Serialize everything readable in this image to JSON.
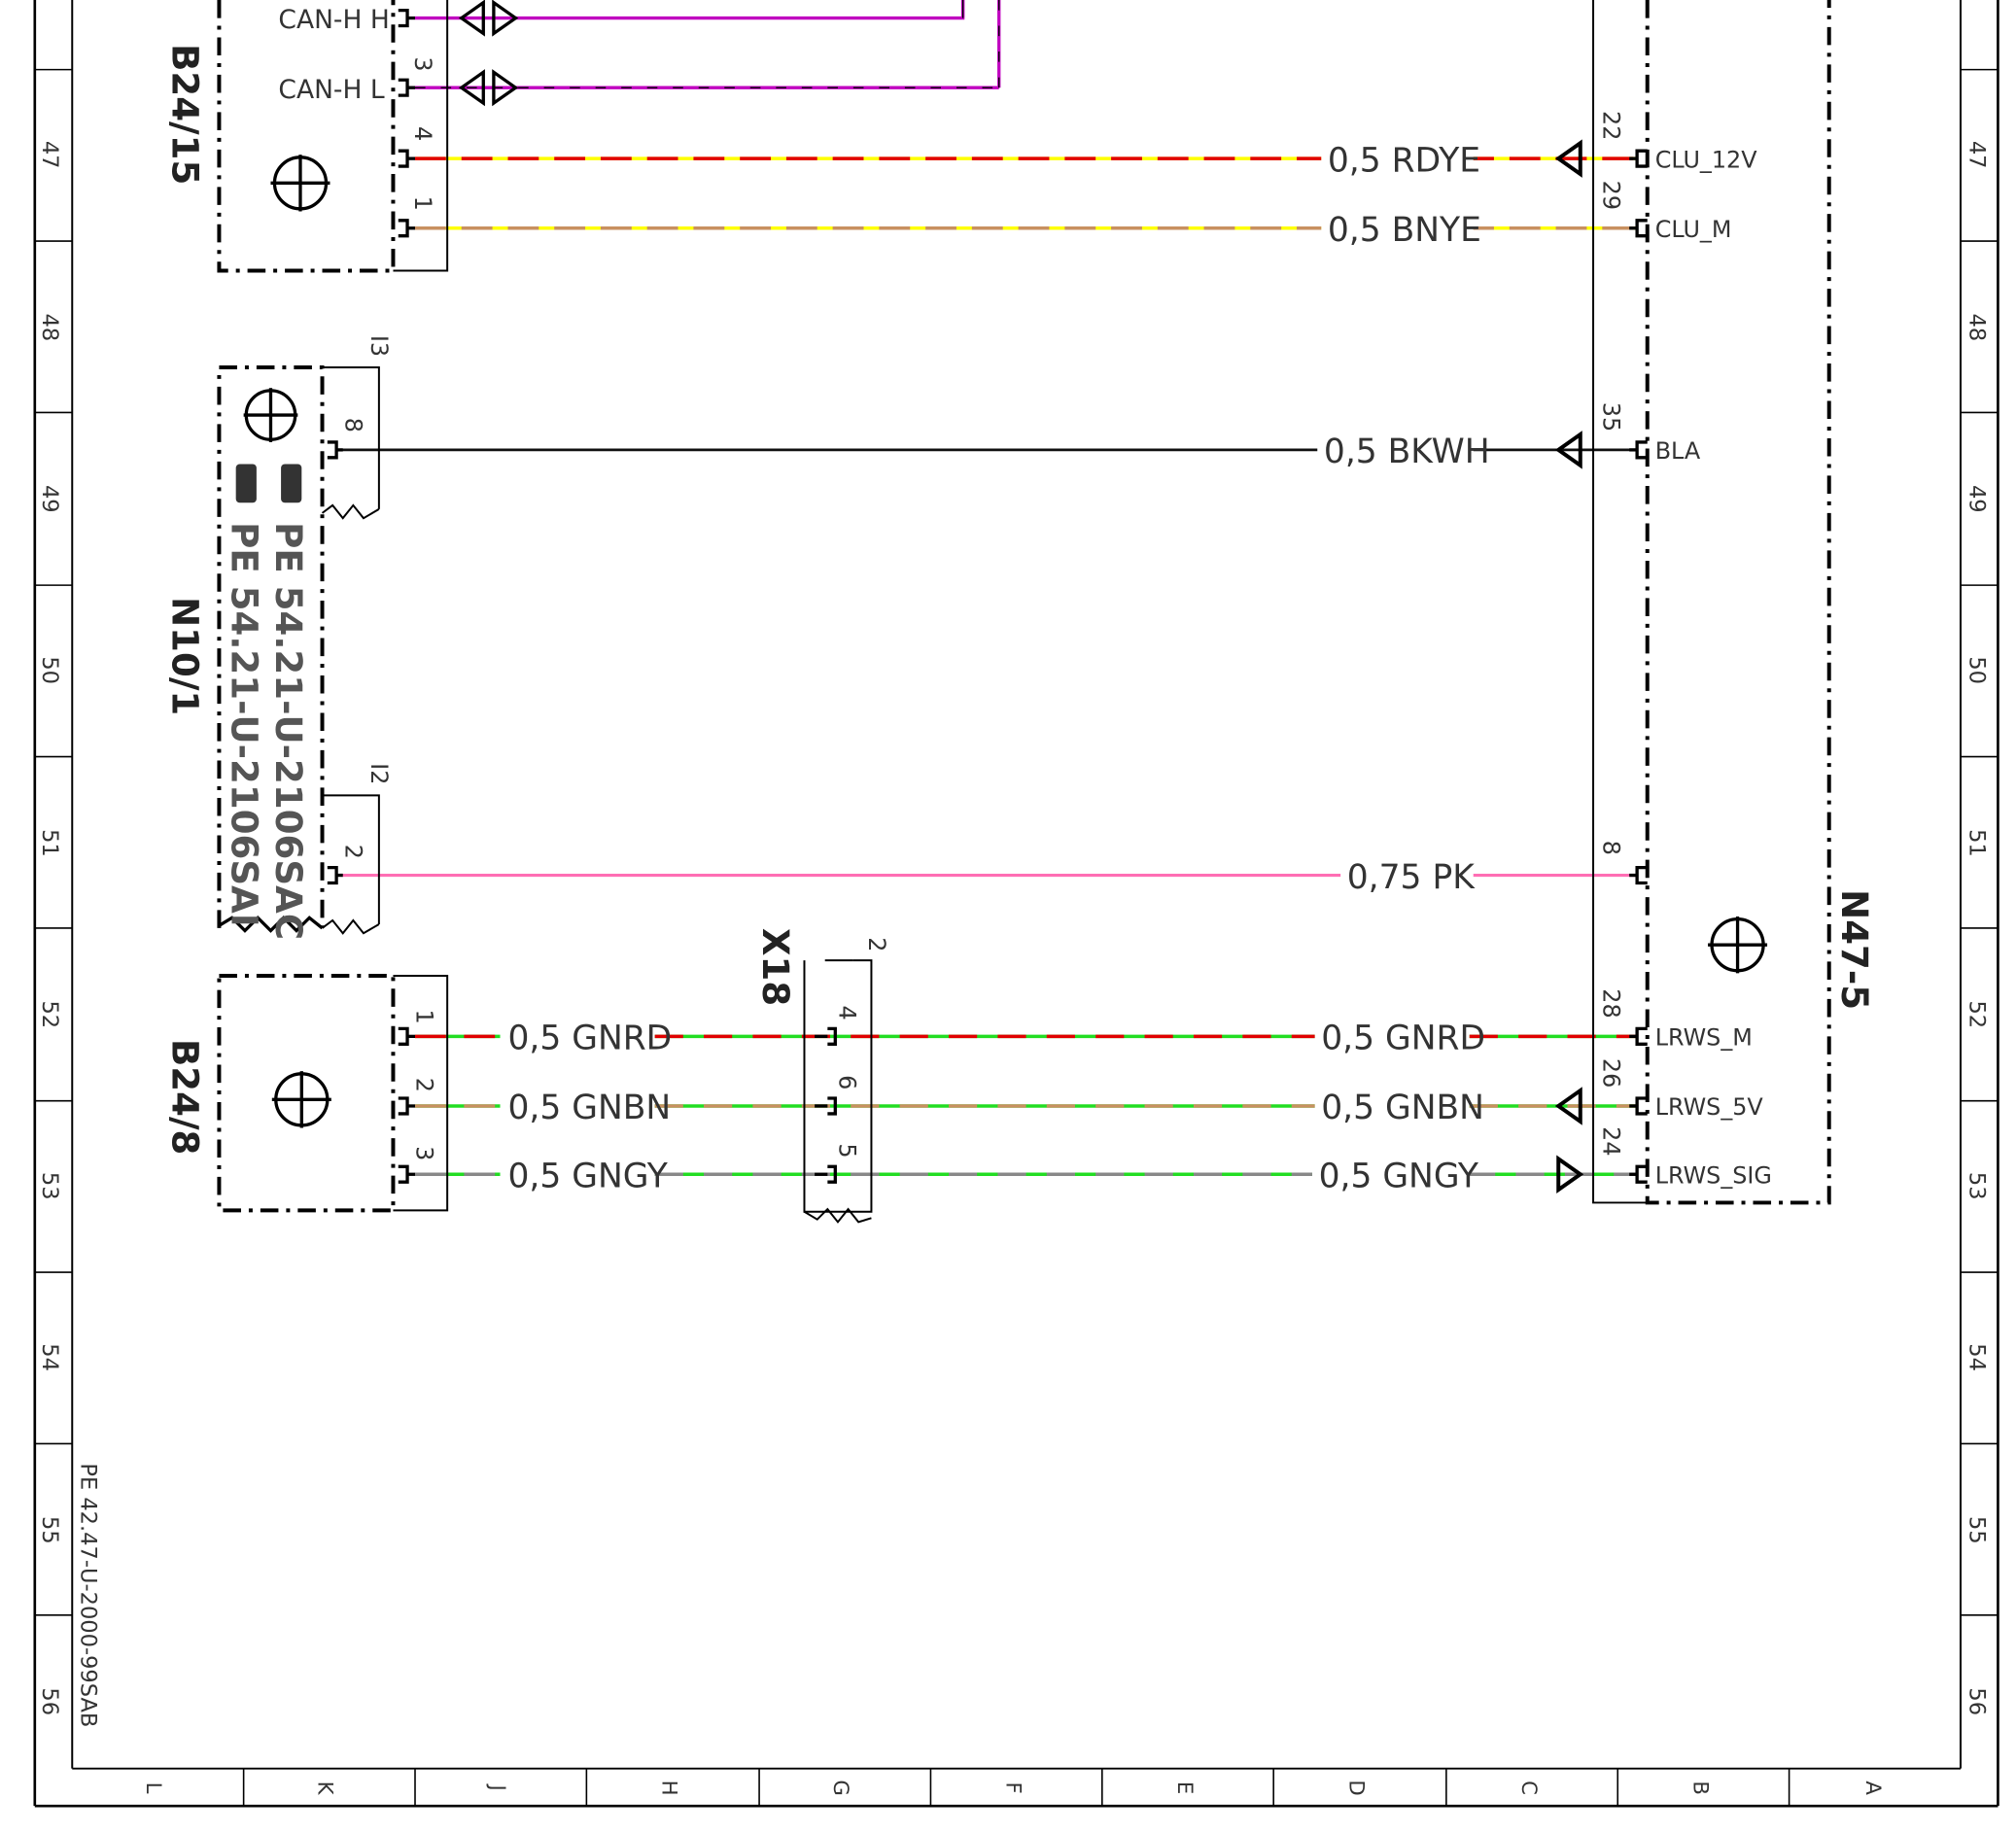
{
  "rows": [
    "47",
    "48",
    "49",
    "50",
    "51",
    "52",
    "53",
    "54",
    "55",
    "56"
  ],
  "cols": [
    "L",
    "K",
    "J",
    "H",
    "G",
    "F",
    "E",
    "D",
    "C",
    "B",
    "A"
  ],
  "drawing_ref": "PE 42.47-U-2000-99SAB",
  "components": {
    "b24_15": {
      "label": "B24/15",
      "pins": {
        "p3": "3",
        "p4": "4",
        "p1": "1"
      },
      "signals": {
        "can_h_h": "CAN-H H",
        "can_h_l": "CAN-H L"
      }
    },
    "n10_1": {
      "label": "N10/1",
      "ref1": "PE 54.21-U-2106SAC",
      "ref2": "PE 54.21-U-2106SAI",
      "conn_i3": "I3",
      "conn_i2": "I2",
      "pin8": "8",
      "pin2": "2"
    },
    "b24_8": {
      "label": "B24/8",
      "pins": {
        "p1": "1",
        "p2": "2",
        "p3": "3"
      }
    },
    "x18": {
      "label": "X18",
      "conn": "2",
      "pins": {
        "p4": "4",
        "p6": "6",
        "p5": "5"
      }
    },
    "n47_5": {
      "label": "N47-5",
      "pins": [
        {
          "num": "22",
          "signal": "CLU_12V"
        },
        {
          "num": "29",
          "signal": "CLU_M"
        },
        {
          "num": "35",
          "signal": "BLA"
        },
        {
          "num": "8",
          "signal": ""
        },
        {
          "num": "28",
          "signal": "LRWS_M"
        },
        {
          "num": "26",
          "signal": "LRWS_5V"
        },
        {
          "num": "24",
          "signal": "LRWS_SIG"
        }
      ]
    }
  },
  "wires": {
    "rdye": "0,5 RDYE",
    "bnye": "0,5 BNYE",
    "bkwh": "0,5 BKWH",
    "pk": "0,75 PK",
    "gnrd_a": "0,5 GNRD",
    "gnbn_a": "0,5 GNBN",
    "gngy_a": "0,5 GNGY",
    "gnrd_b": "0,5 GNRD",
    "gnbn_b": "0,5 GNBN",
    "gngy_b": "0,5 GNGY"
  },
  "colors": {
    "can": "#c000c0",
    "yellow": "#ffff00",
    "red": "#e00000",
    "brown": "#c89060",
    "pink": "#ff6eb4",
    "green": "#22dd22",
    "grey": "#888888",
    "black": "#111111"
  }
}
